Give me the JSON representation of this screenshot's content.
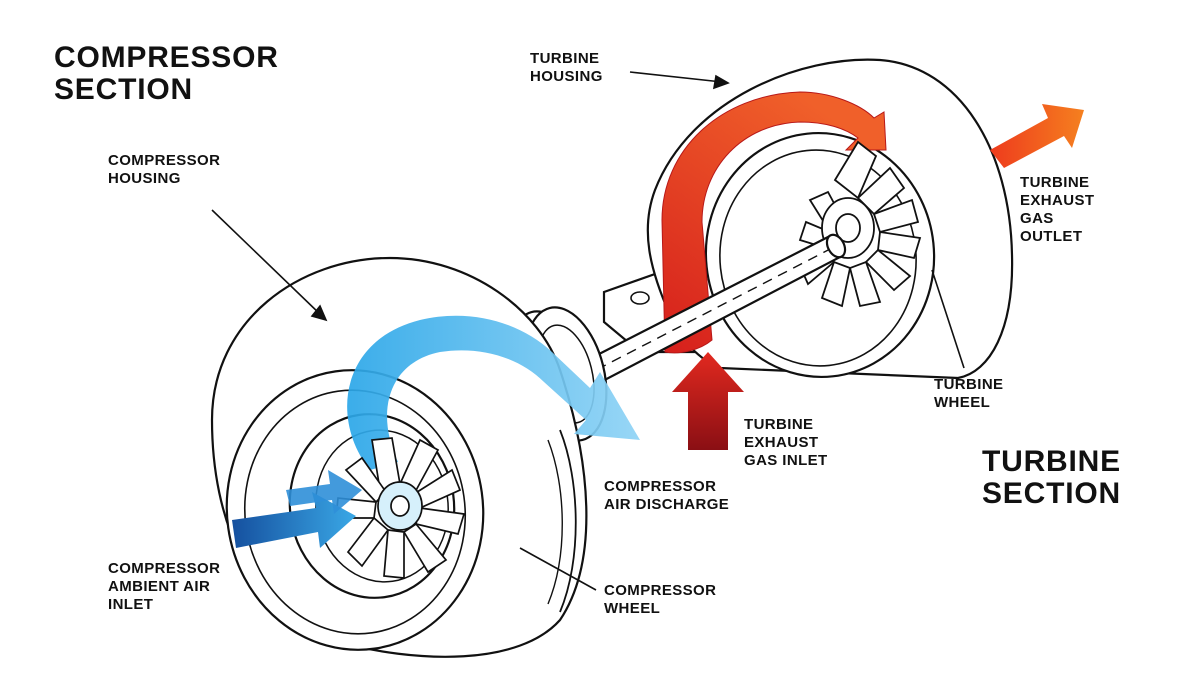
{
  "labels": {
    "compressor_section": "COMPRESSOR\nSECTION",
    "compressor_housing": "COMPRESSOR\nHOUSING",
    "turbine_housing": "TURBINE\nHOUSING",
    "turbine_exhaust_gas_outlet": "TURBINE\nEXHAUST\nGAS\nOUTLET",
    "turbine_wheel": "TURBINE\nWHEEL",
    "turbine_exhaust_gas_inlet": "TURBINE\nEXHAUST\nGAS INLET",
    "turbine_section": "TURBINE\nSECTION",
    "compressor_air_discharge": "COMPRESSOR\nAIR DISCHARGE",
    "compressor_ambient_air_inlet": "COMPRESSOR\nAMBIENT AIR\nINLET",
    "compressor_wheel": "COMPRESSOR\nWHEEL"
  },
  "colors": {
    "cold_air": "#2aa6e8",
    "cold_air_dark": "#1b63b8",
    "hot_gas": "#e8341c",
    "hot_gas_dark": "#b81818",
    "outline": "#111111"
  }
}
